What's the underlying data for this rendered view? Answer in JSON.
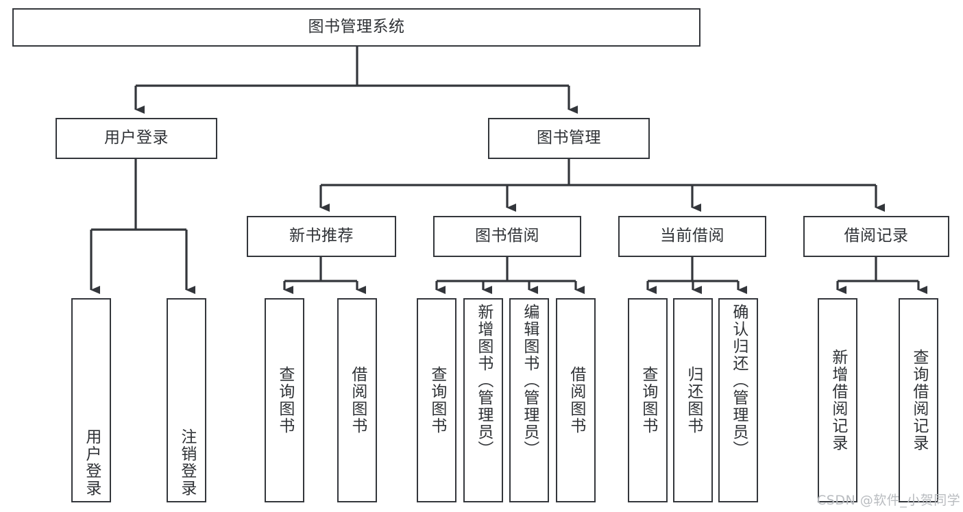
{
  "diagram": {
    "type": "tree-hierarchy-chart",
    "title": "图书管理系统",
    "line_color": "#33363b",
    "box_fill": "#ffffff",
    "text_color": "#2f3236",
    "watermark": {
      "text": "CSDN @软件_小贺同学",
      "color": "#b9bcc0"
    }
  },
  "nodes": {
    "root": {
      "label": "图书管理系统"
    },
    "level1": [
      {
        "id": "user-login",
        "label": "用户登录"
      },
      {
        "id": "book-manage",
        "label": "图书管理"
      }
    ],
    "level2": [
      {
        "id": "new-book-recommend",
        "label": "新书推荐"
      },
      {
        "id": "book-borrow",
        "label": "图书借阅"
      },
      {
        "id": "current-borrow",
        "label": "当前借阅"
      },
      {
        "id": "borrow-record",
        "label": "借阅记录"
      }
    ],
    "leaves": [
      {
        "id": "leaf-user-login",
        "label": "用户登录",
        "parent": "user-login"
      },
      {
        "id": "leaf-logout-login",
        "label": "注销登录",
        "parent": "user-login"
      },
      {
        "id": "leaf-query-book-1",
        "label": "查询图书",
        "parent": "new-book-recommend"
      },
      {
        "id": "leaf-borrow-book-1",
        "label": "借阅图书",
        "parent": "new-book-recommend"
      },
      {
        "id": "leaf-query-book-2",
        "label": "查询图书",
        "parent": "book-borrow"
      },
      {
        "id": "leaf-add-book",
        "label": "新增图书（管理员）",
        "parent": "book-borrow"
      },
      {
        "id": "leaf-edit-book",
        "label": "编辑图书（管理员）",
        "parent": "book-borrow"
      },
      {
        "id": "leaf-borrow-book-2",
        "label": "借阅图书",
        "parent": "book-borrow"
      },
      {
        "id": "leaf-query-book-3",
        "label": "查询图书",
        "parent": "current-borrow"
      },
      {
        "id": "leaf-return-book",
        "label": "归还图书",
        "parent": "current-borrow"
      },
      {
        "id": "leaf-confirm-return",
        "label": "确认归还（管理员）",
        "parent": "current-borrow"
      },
      {
        "id": "leaf-add-record",
        "label": "新增借阅记录",
        "parent": "borrow-record"
      },
      {
        "id": "leaf-query-record",
        "label": "查询借阅记录",
        "parent": "borrow-record"
      }
    ]
  }
}
